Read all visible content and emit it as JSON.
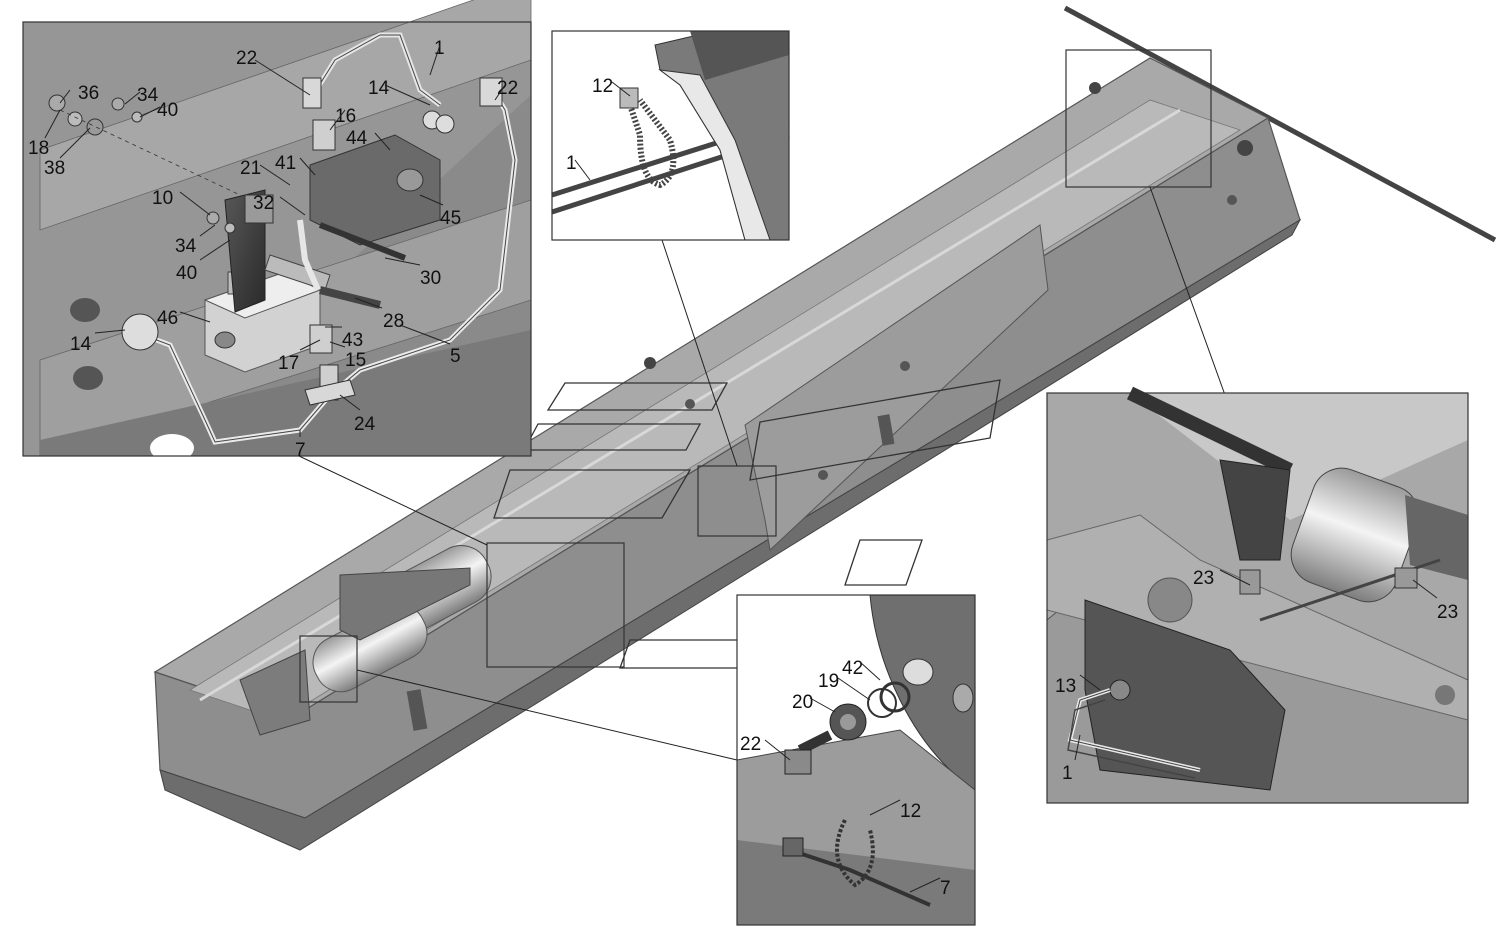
{
  "insets": [
    {
      "key": "valve-assembly",
      "labels": [
        "1",
        "22",
        "22",
        "14",
        "36",
        "34",
        "40",
        "16",
        "18",
        "38",
        "41",
        "44",
        "21",
        "10",
        "32",
        "45",
        "34",
        "40",
        "30",
        "46",
        "28",
        "14",
        "43",
        "17",
        "15",
        "5",
        "24",
        "7"
      ]
    },
    {
      "key": "clamp-detail",
      "labels": [
        "12",
        "1"
      ]
    },
    {
      "key": "receiver-fitting",
      "labels": [
        "42",
        "19",
        "20",
        "22",
        "12",
        "7"
      ]
    },
    {
      "key": "sensor-bracket",
      "labels": [
        "23",
        "23",
        "13",
        "1"
      ]
    }
  ]
}
